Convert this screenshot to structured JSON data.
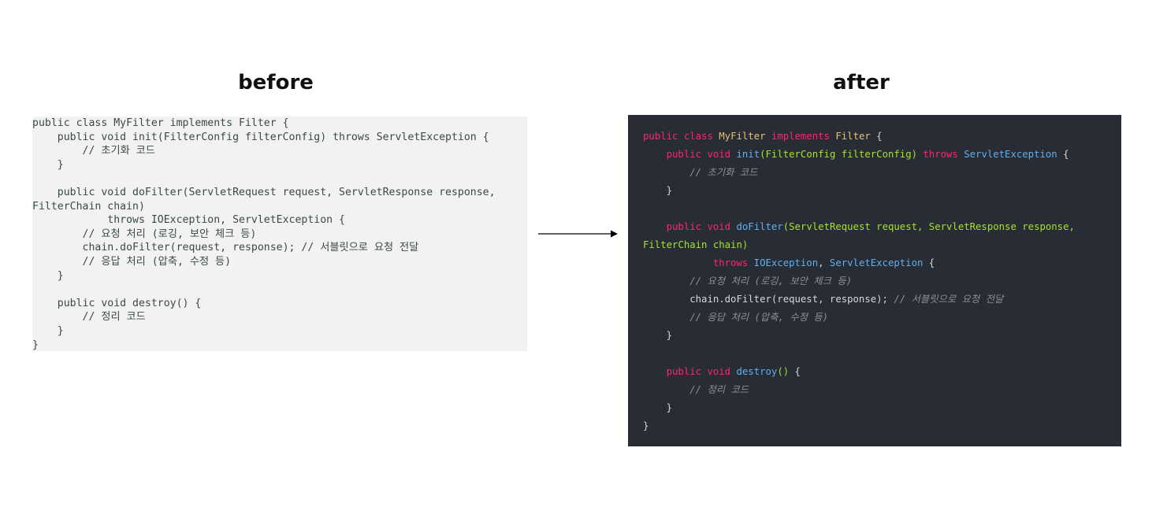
{
  "headings": {
    "before": "before",
    "after": "after"
  },
  "code": {
    "l1_public": "public",
    "l1_class": "class",
    "l1_name": "MyFilter",
    "l1_implements": "implements",
    "l1_iface": "Filter",
    "l1_brace": " {",
    "l2_public": "public",
    "l2_void": "void",
    "l2_init": "init",
    "l2_params": "(FilterConfig filterConfig)",
    "l2_throws": "throws",
    "l2_exc": "ServletException",
    "l2_brace": " {",
    "l3_comment": "// 초기화 코드",
    "l4_close": "}",
    "l6_public": "public",
    "l6_void": "void",
    "l6_dofilter": "doFilter",
    "l6_params": "(ServletRequest request, ServletResponse response,",
    "l7_params": "FilterChain chain)",
    "l8_throws": "throws",
    "l8_exc1": "IOException",
    "l8_comma": ", ",
    "l8_exc2": "ServletException",
    "l8_brace": " {",
    "l9_comment": "// 요청 처리 (로깅, 보안 체크 등)",
    "l10_call": "chain.doFilter(request, response); ",
    "l10_comment": "// 서블릿으로 요청 전달",
    "l11_comment": "// 응답 처리 (압축, 수정 등)",
    "l12_close": "}",
    "l14_public": "public",
    "l14_void": "void",
    "l14_destroy": "destroy",
    "l14_parens": "()",
    "l14_brace": " {",
    "l15_comment": "// 정리 코드",
    "l16_close": "}",
    "l17_close": "}"
  },
  "before_code": "public class MyFilter implements Filter {\n    public void init(FilterConfig filterConfig) throws ServletException {\n        // 초기화 코드\n    }\n\n    public void doFilter(ServletRequest request, ServletResponse response,\nFilterChain chain)\n            throws IOException, ServletException {\n        // 요청 처리 (로깅, 보안 체크 등)\n        chain.doFilter(request, response); // 서블릿으로 요청 전달\n        // 응답 처리 (압축, 수정 등)\n    }\n\n    public void destroy() {\n        // 정리 코드\n    }\n}",
  "colors": {
    "before_bg": "#f2f2f2",
    "after_bg": "#282c34",
    "keyword": "#f92672",
    "class_name": "#e6c07b",
    "function": "#61afef",
    "type": "#a6e22e",
    "comment": "#8c8f96"
  },
  "icons": {
    "arrow": "right-arrow-icon"
  }
}
